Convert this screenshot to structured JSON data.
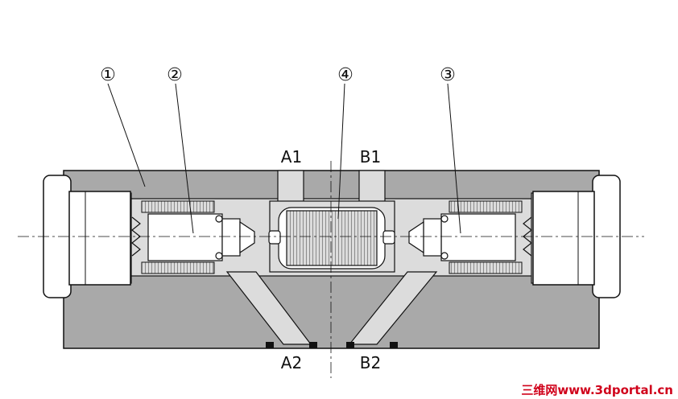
{
  "callouts": [
    "①",
    "②",
    "④",
    "③"
  ],
  "ports": {
    "a1": "A1",
    "b1": "B1",
    "a2": "A2",
    "b2": "B2"
  },
  "watermark": "三维网www.3dportal.cn",
  "colors": {
    "body": "#a9a9a9",
    "fluid": "#dcdcdc",
    "line": "#111111",
    "watermark": "#d0021b"
  }
}
